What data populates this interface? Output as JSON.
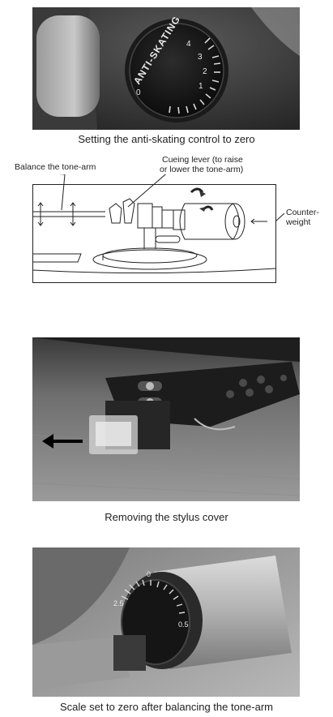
{
  "figures": [
    {
      "dial_text": "ANTI-SKATING",
      "dial_numbers": [
        "0",
        "1",
        "2",
        "3",
        "4"
      ],
      "caption": "Setting the anti-skating control to zero"
    },
    {
      "label_balance": "Balance the tone-arm",
      "label_cueing_line1": "Cueing lever (to raise",
      "label_cueing_line2": "or lower the tone-arm)",
      "label_counter_line1": "Counter-",
      "label_counter_line2": "weight"
    },
    {
      "caption": "Removing the stylus cover"
    },
    {
      "scale_numbers": [
        "2.5",
        "0",
        "0.5"
      ],
      "caption": "Scale set to zero after balancing the tone-arm"
    }
  ]
}
